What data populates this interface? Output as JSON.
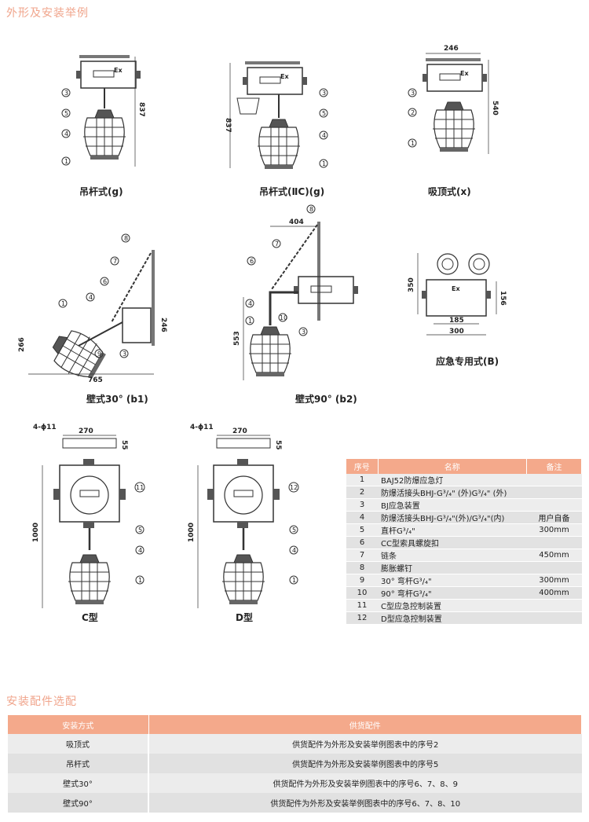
{
  "sections": {
    "drawings_title": "外形及安装举例",
    "fittings_title": "安装配件选配"
  },
  "drawings": {
    "g": {
      "caption": "吊杆式(g)",
      "height": "837"
    },
    "iic": {
      "caption": "吊杆式(ⅡC)(g)",
      "height": "837"
    },
    "x": {
      "caption": "吸顶式(x)",
      "width": "246",
      "height": "540"
    },
    "b1": {
      "caption": "壁式30° (b1)",
      "width": "765",
      "height_left": "266",
      "height_right": "246"
    },
    "b2": {
      "caption": "壁式90° (b2)",
      "width": "404",
      "height": "553"
    },
    "b": {
      "caption": "应急专用式(B)",
      "height_left": "350",
      "height_right": "156",
      "width_inner": "185",
      "width_outer": "300"
    },
    "c": {
      "caption": "C型",
      "holes": "4-ϕ11",
      "width": "270",
      "depth": "55",
      "height": "1000"
    },
    "d": {
      "caption": "D型",
      "holes": "4-ϕ11",
      "width": "270",
      "depth": "55",
      "height": "1000"
    },
    "ex_mark": "Ex",
    "callouts": [
      "1",
      "2",
      "3",
      "4",
      "5",
      "6",
      "7",
      "8",
      "9",
      "10",
      "11",
      "12"
    ]
  },
  "parts_table": {
    "headers": [
      "序号",
      "名称",
      "备注"
    ],
    "rows": [
      {
        "no": "1",
        "name": "BAJ52防爆应急灯",
        "note": ""
      },
      {
        "no": "2",
        "name": "防爆活接头BHJ-G³/₄\" (外)G³/₄\" (外)",
        "note": ""
      },
      {
        "no": "3",
        "name": "BJ应急装置",
        "note": ""
      },
      {
        "no": "4",
        "name": "防爆活接头BHJ-G³/₄\"(外)/G³/₄\"(内)",
        "note": "用户自备"
      },
      {
        "no": "5",
        "name": "直杆G³/₄\"",
        "note": "300mm"
      },
      {
        "no": "6",
        "name": "CC型索具螺旋扣",
        "note": ""
      },
      {
        "no": "7",
        "name": "链条",
        "note": "450mm"
      },
      {
        "no": "8",
        "name": "膨胀螺钉",
        "note": ""
      },
      {
        "no": "9",
        "name": "30° 弯杆G³/₄\"",
        "note": "300mm"
      },
      {
        "no": "10",
        "name": "90° 弯杆G³/₄\"",
        "note": "400mm"
      },
      {
        "no": "11",
        "name": "C型应急控制装置",
        "note": ""
      },
      {
        "no": "12",
        "name": "D型应急控制装置",
        "note": ""
      }
    ]
  },
  "fittings_table": {
    "headers": [
      "安装方式",
      "供货配件"
    ],
    "rows": [
      {
        "method": "吸顶式",
        "parts": "供货配件为外形及安装举例图表中的序号2"
      },
      {
        "method": "吊杆式",
        "parts": "供货配件为外形及安装举例图表中的序号5"
      },
      {
        "method": "壁式30°",
        "parts": "供货配件为外形及安装举例图表中的序号6、7、8、9"
      },
      {
        "method": "壁式90°",
        "parts": "供货配件为外形及安装举例图表中的序号6、7、8、10"
      }
    ]
  }
}
